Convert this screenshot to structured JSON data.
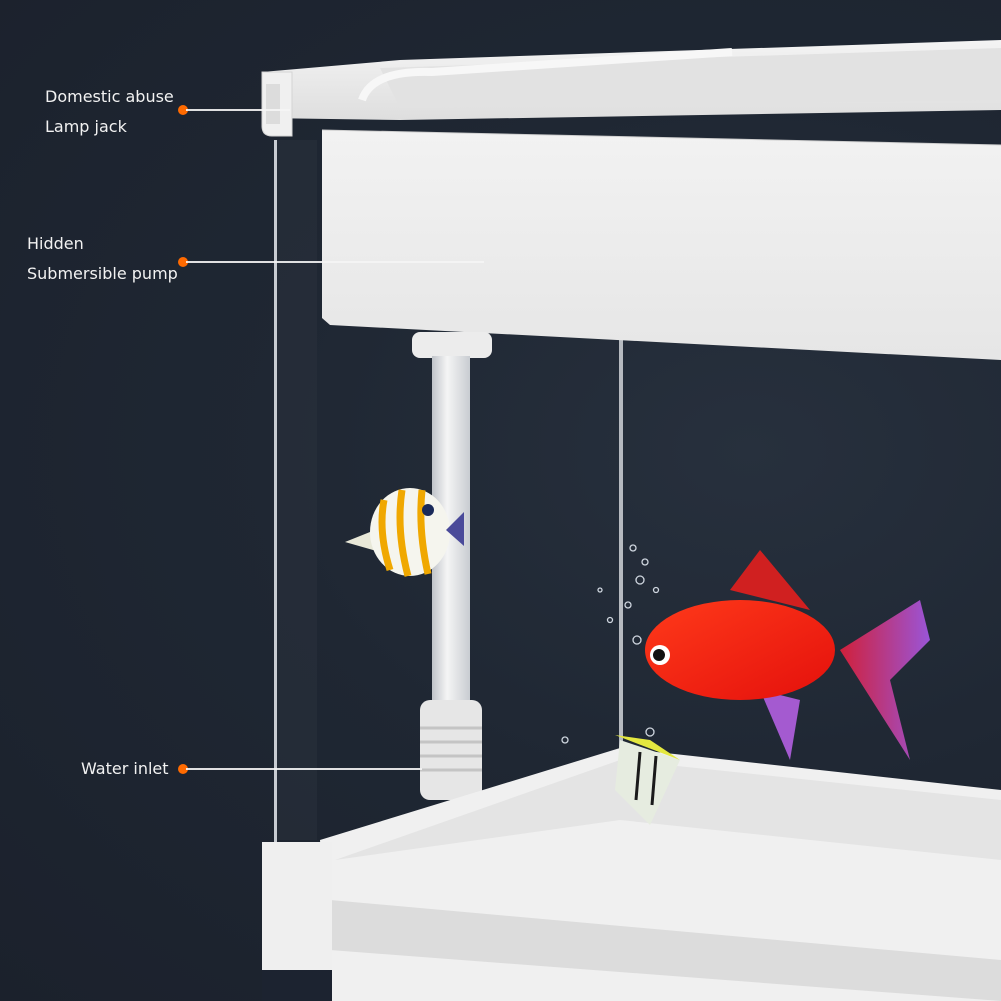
{
  "callouts": [
    {
      "id": "lamp-jack",
      "lines": [
        "Domestic abuse",
        "Lamp jack"
      ]
    },
    {
      "id": "pump",
      "lines": [
        "Hidden",
        "Submersible pump"
      ]
    },
    {
      "id": "inlet",
      "lines": [
        "Water inlet"
      ]
    }
  ],
  "colors": {
    "background": "#1c2330",
    "callout_dot": "#ff6a00",
    "callout_text": "#f2f2f2",
    "tank_white": "#ececec"
  },
  "scene": {
    "subject": "white desktop aquarium with hidden top filter",
    "fish": [
      "copperband butterflyfish",
      "red fantail goldfish",
      "angelfish"
    ]
  }
}
